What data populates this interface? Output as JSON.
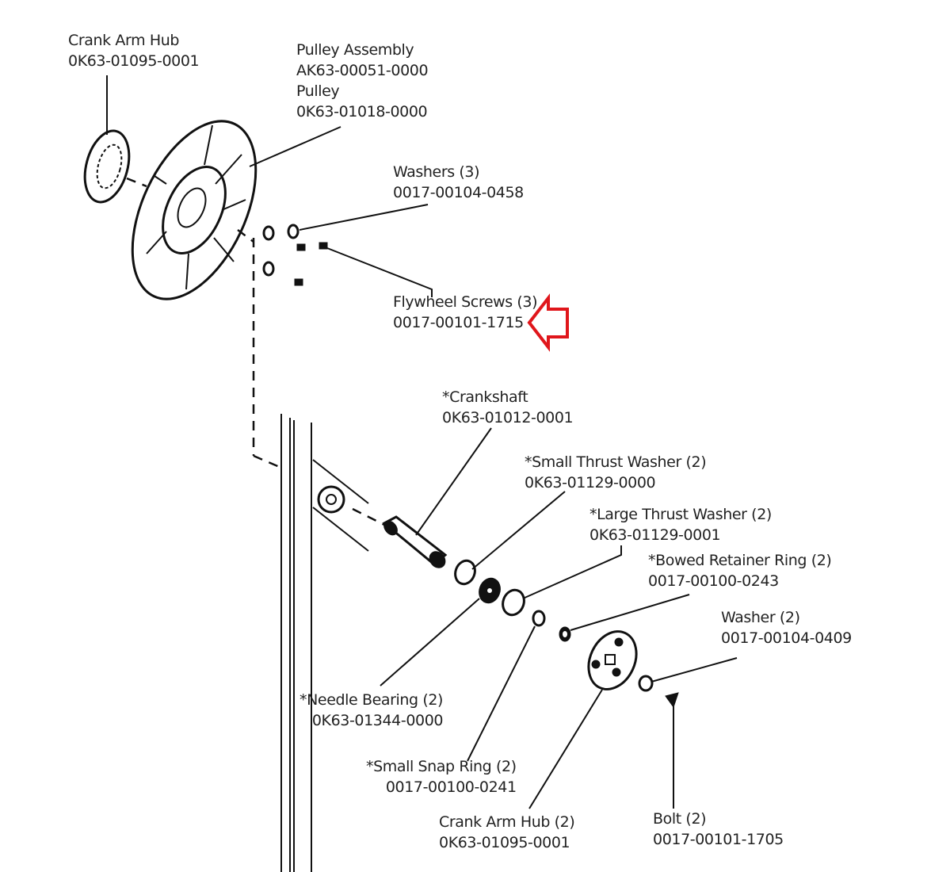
{
  "title": "Flywheel / Crankshaft Exploded Parts Diagram",
  "highlight_color": "#e0161b",
  "highlighted_part": "flywheel-screws",
  "parts": {
    "crank_arm_hub_top": {
      "name": "Crank Arm Hub",
      "number": "0K63-01095-0001"
    },
    "pulley_assembly": {
      "name": "Pulley Assembly",
      "number": "AK63-00051-0000"
    },
    "pulley": {
      "name": "Pulley",
      "number": "0K63-01018-0000"
    },
    "washers": {
      "name": "Washers (3)",
      "number": "0017-00104-0458"
    },
    "flywheel_screws": {
      "name": "Flywheel Screws (3)",
      "number": "0017-00101-1715"
    },
    "crankshaft": {
      "name": "*Crankshaft",
      "number": "0K63-01012-0001"
    },
    "small_thrust_washer": {
      "name": "*Small Thrust Washer (2)",
      "number": "0K63-01129-0000"
    },
    "large_thrust_washer": {
      "name": "*Large Thrust Washer (2)",
      "number": "0K63-01129-0001"
    },
    "bowed_retainer_ring": {
      "name": "*Bowed Retainer Ring (2)",
      "number": "0017-00100-0243"
    },
    "washer": {
      "name": "Washer (2)",
      "number": "0017-00104-0409"
    },
    "needle_bearing": {
      "name": "*Needle Bearing (2)",
      "number": "0K63-01344-0000"
    },
    "small_snap_ring": {
      "name": "*Small Snap Ring (2)",
      "number": "0017-00100-0241"
    },
    "crank_arm_hub_bottom": {
      "name": "Crank Arm Hub (2)",
      "number": "0K63-01095-0001"
    },
    "bolt": {
      "name": "Bolt (2)",
      "number": "0017-00101-1705"
    }
  }
}
